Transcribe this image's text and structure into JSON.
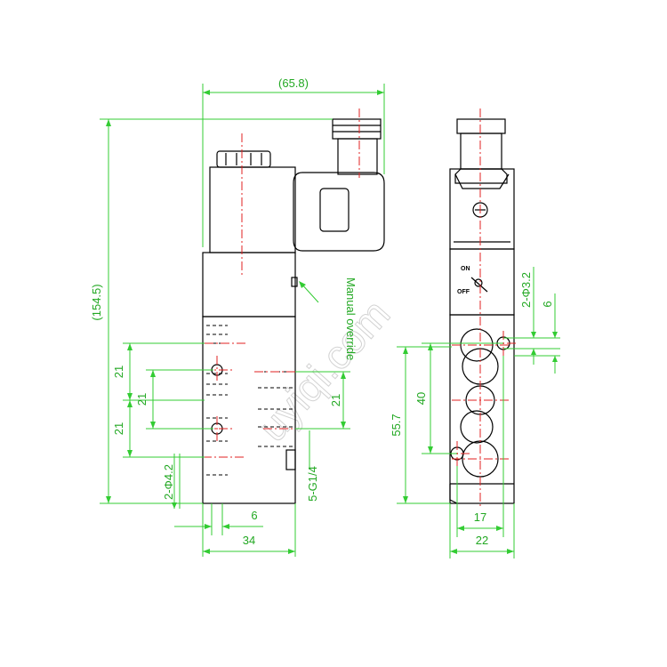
{
  "labels": {
    "overall_width": "(65.8)",
    "overall_height": "(154.5)",
    "manual_override": "Manual override",
    "on": "ON",
    "off": "OFF",
    "pitch_left_1": "21",
    "pitch_left_2": "21",
    "pitch_mid": "21",
    "pitch_right": "21",
    "mount_hole_front": "2-Φ4.2",
    "port_thread": "5-G1/4",
    "dim_6_front": "6",
    "dim_34": "34",
    "mount_hole_side": "2-Φ3.2",
    "dim_6_side": "6",
    "dim_40": "40",
    "dim_55_7": "55.7",
    "dim_17": "17",
    "dim_22": "22",
    "watermark": "uyiqi.com"
  },
  "colors": {
    "dimension": "#33cc33",
    "center_line": "#e02020",
    "outline": "#000000"
  }
}
